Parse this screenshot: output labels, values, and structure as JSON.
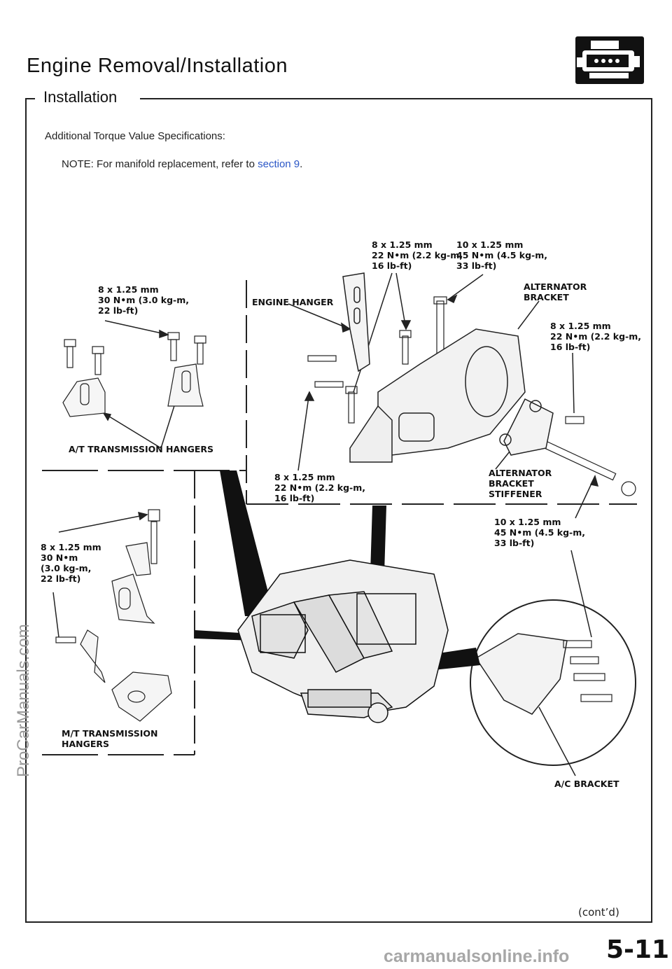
{
  "page": {
    "title": "Engine Removal/Installation",
    "section": "Installation",
    "intro": "Additional Torque Value Specifications:",
    "note_prefix": "NOTE:  For manifold replacement, refer to ",
    "note_link": "section 9",
    "note_suffix": ".",
    "cont": "(cont’d)",
    "page_number": "5-11",
    "icon": "engine-icon"
  },
  "labels": {
    "top_mid": "8 x 1.25 mm\n22 N•m (2.2 kg-m,\n16 lb-ft)",
    "top_right": "10 x 1.25 mm\n45 N•m (4.5 kg-m,\n33 lb-ft)",
    "left_top": "8 x 1.25 mm\n30 N•m (3.0 kg-m,\n22 lb-ft)",
    "engine_hanger": "ENGINE HANGER",
    "alternator_bracket": "ALTERNATOR\nBRACKET",
    "right_mid": "8 x 1.25 mm\n22 N•m (2.2 kg-m,\n16 lb-ft)",
    "at_hangers": "A/T TRANSMISSION HANGERS",
    "mid_bottom": "8 x 1.25 mm\n22 N•m (2.2 kg-m,\n16 lb-ft)",
    "stiffener": "ALTERNATOR\nBRACKET\nSTIFFENER",
    "right_low": "10 x 1.25 mm\n45 N•m (4.5 kg-m,\n33 lb-ft)",
    "mt_spec": "8 x 1.25 mm\n30 N•m\n(3.0 kg-m,\n22 lb-ft)",
    "mt_hangers": "M/T TRANSMISSION\nHANGERS",
    "ac_bracket": "A/C BRACKET"
  },
  "watermarks": {
    "side": "ProCarManuals.com",
    "bottom": "carmanualsonline.info"
  }
}
